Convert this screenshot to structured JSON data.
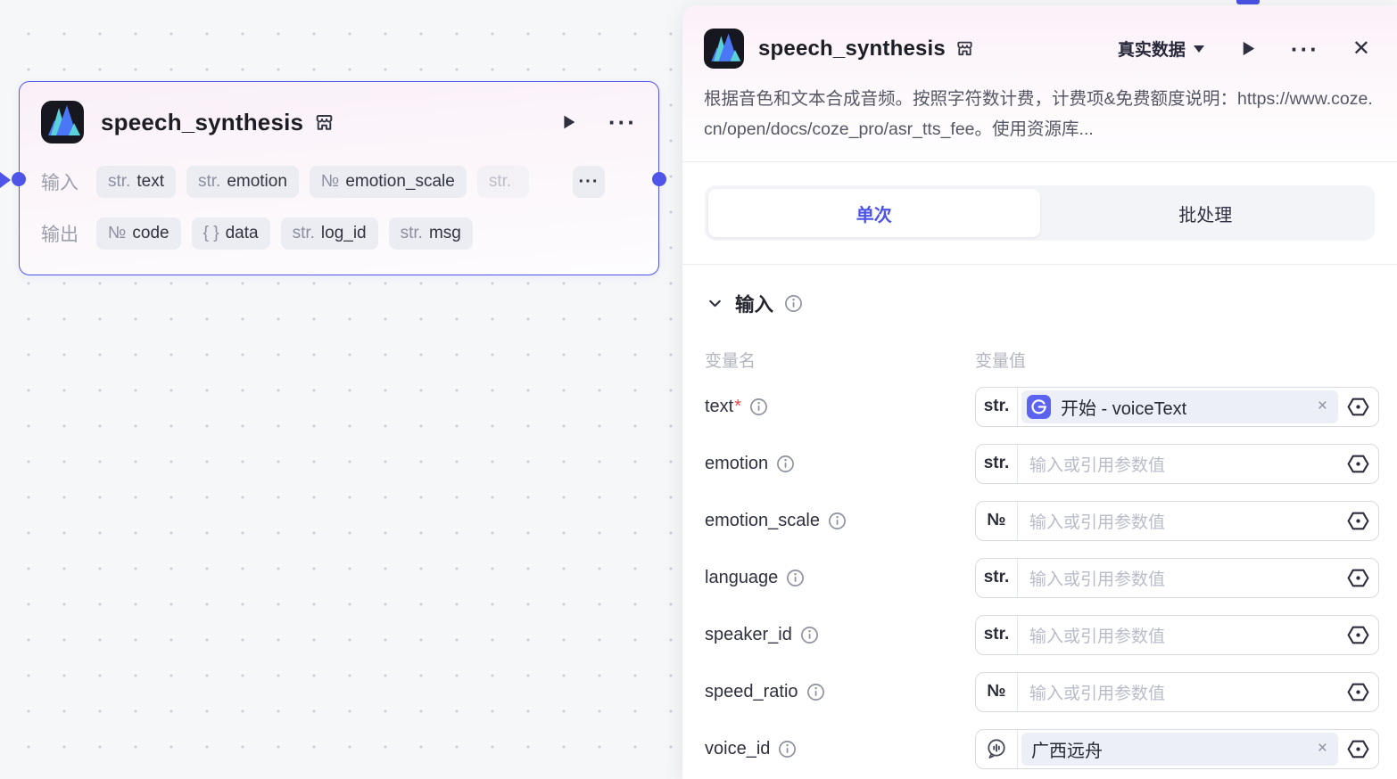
{
  "colors": {
    "accent": "#4e55e8",
    "node_bg": "#17181f",
    "tag_bg": "#ecedf3"
  },
  "node": {
    "title": "speech_synthesis",
    "input_label": "输入",
    "output_label": "输出",
    "input_tags": [
      {
        "type": "str.",
        "name": "text"
      },
      {
        "type": "str.",
        "name": "emotion"
      },
      {
        "type": "№",
        "name": "emotion_scale"
      },
      {
        "type": "str.",
        "name": ""
      }
    ],
    "output_tags": [
      {
        "type": "№",
        "name": "code"
      },
      {
        "type": "{ }",
        "name": "data"
      },
      {
        "type": "str.",
        "name": "log_id"
      },
      {
        "type": "str.",
        "name": "msg"
      }
    ]
  },
  "panel": {
    "title": "speech_synthesis",
    "data_mode_label": "真实数据",
    "description": "根据音色和文本合成音频。按照字符数计费，计费项&免费额度说明：https://www.coze.cn/open/docs/coze_pro/asr_tts_fee。使用资源库...",
    "tabs": {
      "single": "单次",
      "batch": "批处理"
    },
    "section_input": "输入",
    "col_name": "变量名",
    "col_value": "变量值",
    "placeholder": "输入或引用参数值",
    "params": [
      {
        "name": "text",
        "mark": "*",
        "type": "str.",
        "value": "开始 - voiceText"
      },
      {
        "name": "emotion",
        "type": "str."
      },
      {
        "name": "emotion_scale",
        "type": "№"
      },
      {
        "name": "language",
        "type": "str."
      },
      {
        "name": "speaker_id",
        "type": "str."
      },
      {
        "name": "speed_ratio",
        "type": "№"
      },
      {
        "name": "voice_id",
        "value": "广西远舟"
      }
    ]
  },
  "glyphs": {
    "more": "···",
    "close": "✕",
    "remove": "×"
  }
}
